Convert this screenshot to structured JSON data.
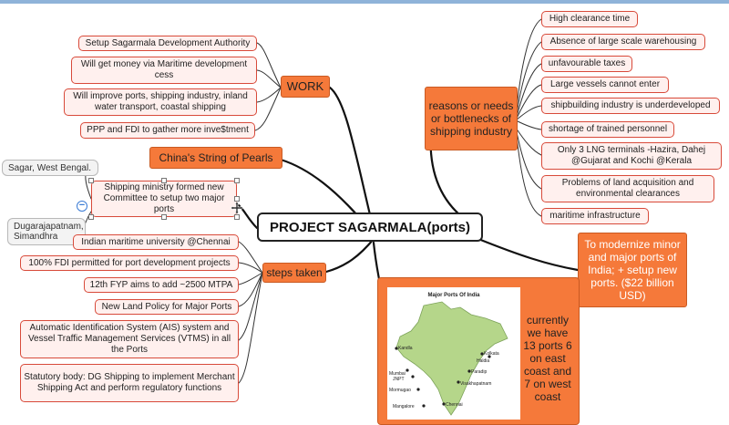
{
  "center": {
    "title": "PROJECT SAGARMALA(ports)"
  },
  "branches": {
    "work": {
      "label": "WORK",
      "items": [
        "Setup Sagarmala Development Authority",
        "Will get money via Maritime development cess",
        "Will improve ports, shipping industry, inland water transport, coastal shipping",
        "PPP and FDI to gather more inve$tment"
      ]
    },
    "china": {
      "label": "China's String of Pearls"
    },
    "ministry": {
      "label": "Shipping ministry formed new Committee to setup two major ports",
      "ports": [
        "Sagar, West Bengal.",
        "Dugarajapatnam, Simandhra"
      ]
    },
    "steps": {
      "label": "steps taken",
      "items": [
        "Indian maritime university @Chennai",
        "100% FDI permitted for port development projects",
        "12th FYP aims to add ~2500 MTPA",
        "New Land Policy for Major Ports",
        "Automatic Identification System (AIS) system and Vessel Traffic Management Services (VTMS) in all the Ports",
        "Statutory body: DG Shipping to implement Merchant Shipping Act and perform regulatory functions"
      ]
    },
    "reasons": {
      "label": "reasons or needs or bottlenecks of shipping industry",
      "items": [
        "High clearance time",
        "Absence of large scale warehousing",
        "unfavourable taxes",
        "Large vessels cannot enter",
        "shipbuilding industry is underdeveloped",
        "shortage of trained personnel",
        "Only 3 LNG terminals -Hazira, Dahej @Gujarat and Kochi @Kerala",
        "Problems of land acquisition and environmental clearances",
        "maritime infrastructure"
      ]
    },
    "goal": {
      "label": "To modernize minor and major ports of India; + setup new ports. ($22 billion USD)"
    },
    "ports": {
      "label": "currently we have 13 ports 6 on east coast and 7 on west coast",
      "map_title": "Major Ports Of India",
      "map_labels": [
        "Kandla",
        "Mumbai",
        "JNPT",
        "Mormugao",
        "Mangalore",
        "Kolkata",
        "Haldia",
        "Paradip",
        "Visakhapatnam",
        "Chennai"
      ]
    }
  },
  "colors": {
    "node_orange": "#f5793a",
    "leaf_border": "#d84a3a",
    "leaf_fill": "#fff0ee",
    "collapse_blue": "#3a7bd5"
  }
}
